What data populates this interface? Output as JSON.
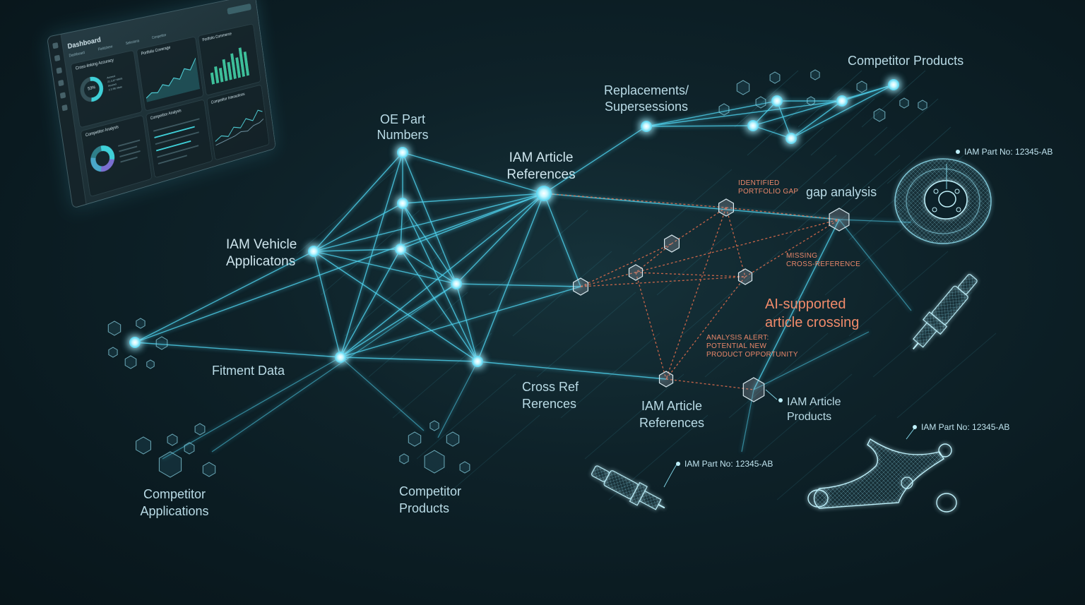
{
  "dashboard": {
    "title": "Dashboard",
    "tabs": [
      "Dashboard",
      "Fieldshere",
      "Selectoria",
      "Competitor"
    ],
    "button": "",
    "cards": {
      "accuracy": {
        "title": "Cross-linking Accuracy",
        "value": "53%",
        "legend": [
          "Acceed",
          "21.3,67 MWS",
          "Acceed",
          "2.3 RE Mole"
        ]
      },
      "coverage": {
        "title": "Portfolio Coverage"
      },
      "comms": {
        "title": "Portfolio Commerce"
      },
      "competitor_analysis_1": {
        "title": "Competitor Analysis"
      },
      "competitor_analysis_2": {
        "title": "Competitor Analysis"
      },
      "interactions": {
        "title": "Competitor Interactions"
      }
    }
  },
  "labels": {
    "oe_part_numbers": [
      "OE Part",
      "Numbers"
    ],
    "iam_article_references_top": [
      "IAM Article",
      "References"
    ],
    "replacements": [
      "Replacements/",
      "Supersessions"
    ],
    "competitor_products_top": "Competitor Products",
    "iam_vehicle_applications": [
      "IAM Vehicle",
      "Applicatons"
    ],
    "fitment_data": "Fitment Data",
    "cross_references": [
      "Cross Ref",
      "Rerences"
    ],
    "iam_article_references_bottom": [
      "IAM Article",
      "References"
    ],
    "competitor_applications": [
      "Competitor",
      "Applications"
    ],
    "competitor_products_bottom": [
      "Competitor",
      "Products"
    ],
    "gap_analysis": "gap analysis",
    "identified_gap": [
      "IDENTIFIED",
      "PORTFOLIO GAP"
    ],
    "missing_crossref": [
      "MISSING",
      "CROSS-REFERENCE"
    ],
    "ai_crossing": [
      "AI-supported",
      "article crossing"
    ],
    "analysis_alert": [
      "ANALYSIS ALERT:",
      "POTENTIAL NEW",
      "PRODUCT OPPORTUNITY"
    ],
    "iam_article_products": [
      "IAM Article",
      "Products"
    ],
    "part_no_rotor": "IAM Part No: 12345-AB",
    "part_no_arm": "IAM Part No: 12345-AB",
    "part_no_plug": "IAM Part No: 12345-AB"
  },
  "colors": {
    "network": "#4fd2ee",
    "node_glow": "#bff6ff",
    "analysis": "#e8704e",
    "background": "#0e2229"
  },
  "icons": [
    "brake-rotor-icon",
    "spark-plug-icon",
    "control-arm-icon",
    "hexagon-cluster-icon"
  ]
}
